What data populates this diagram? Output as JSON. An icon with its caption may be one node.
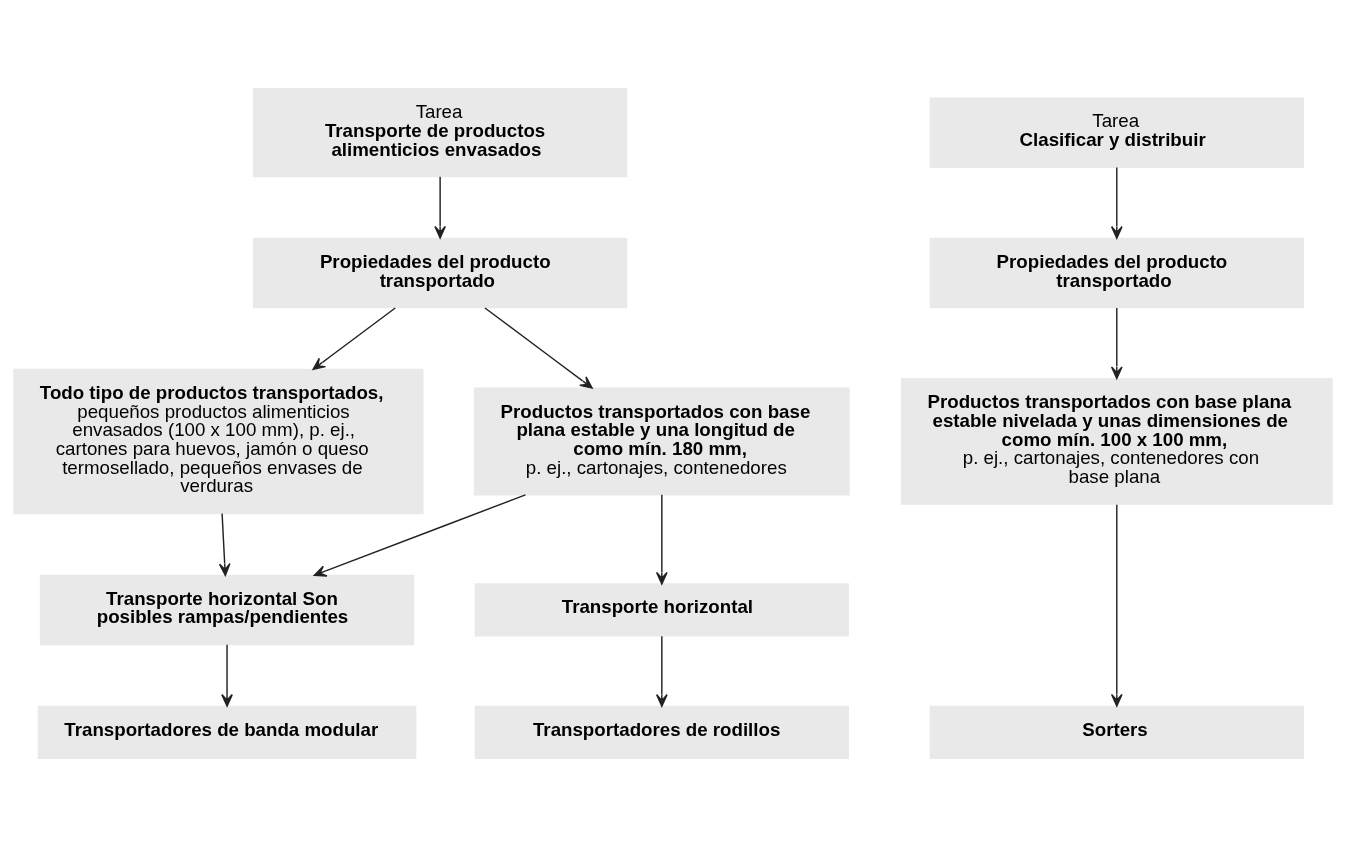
{
  "diagram": {
    "nodes": [
      {
        "text": [
          "Tarea",
          "Transporte de productos alimenticios envasados"
        ]
      },
      {
        "text": [
          "Propiedades del producto transportado"
        ]
      },
      {
        "text": [
          "Todo tipo de productos transportados,",
          "pequeños productos alimenticios envasados (100 x 100 mm), p. ej., cartones para huevos, jamón o queso termosellado, pequeños envases de verduras"
        ]
      },
      {
        "text": [
          "Productos transportados con base plana estable y una longitud de como mín. 180 mm,",
          "p. ej., cartonajes, contenedores"
        ]
      },
      {
        "text": [
          "Transporte horizontal Son posibles rampas/pendientes"
        ]
      },
      {
        "text": [
          "Transporte horizontal"
        ]
      },
      {
        "text": [
          "Transportadores de banda modular"
        ]
      },
      {
        "text": [
          "Transportadores de rodillos"
        ]
      },
      {
        "text": [
          "Tarea",
          "Clasificar y distribuir"
        ]
      },
      {
        "text": [
          "Propiedades del producto transportado"
        ]
      },
      {
        "text": [
          "Productos transportados con base plana estable nivelada y unas dimensiones de como mín. 100 x 100 mm,",
          "p. ej., cartonajes, contenedores con base plana"
        ]
      },
      {
        "text": [
          "Sorters"
        ]
      }
    ],
    "edges": [
      {
        "from": 0,
        "to": 1,
        "arrow": "to"
      },
      {
        "from": 1,
        "to": 2,
        "arrow": "to"
      },
      {
        "from": 1,
        "to": 3,
        "arrow": "to"
      },
      {
        "from": 2,
        "to": 4,
        "arrow": "to"
      },
      {
        "from": 3,
        "to": 4,
        "arrow": "to"
      },
      {
        "from": 3,
        "to": 5,
        "arrow": "to"
      },
      {
        "from": 4,
        "to": 6,
        "arrow": "to"
      },
      {
        "from": 5,
        "to": 7,
        "arrow": "to"
      },
      {
        "from": 8,
        "to": 9,
        "arrow": "to"
      },
      {
        "from": 9,
        "to": 10,
        "arrow": "to"
      },
      {
        "from": 10,
        "to": 11,
        "arrow": "to"
      }
    ]
  }
}
